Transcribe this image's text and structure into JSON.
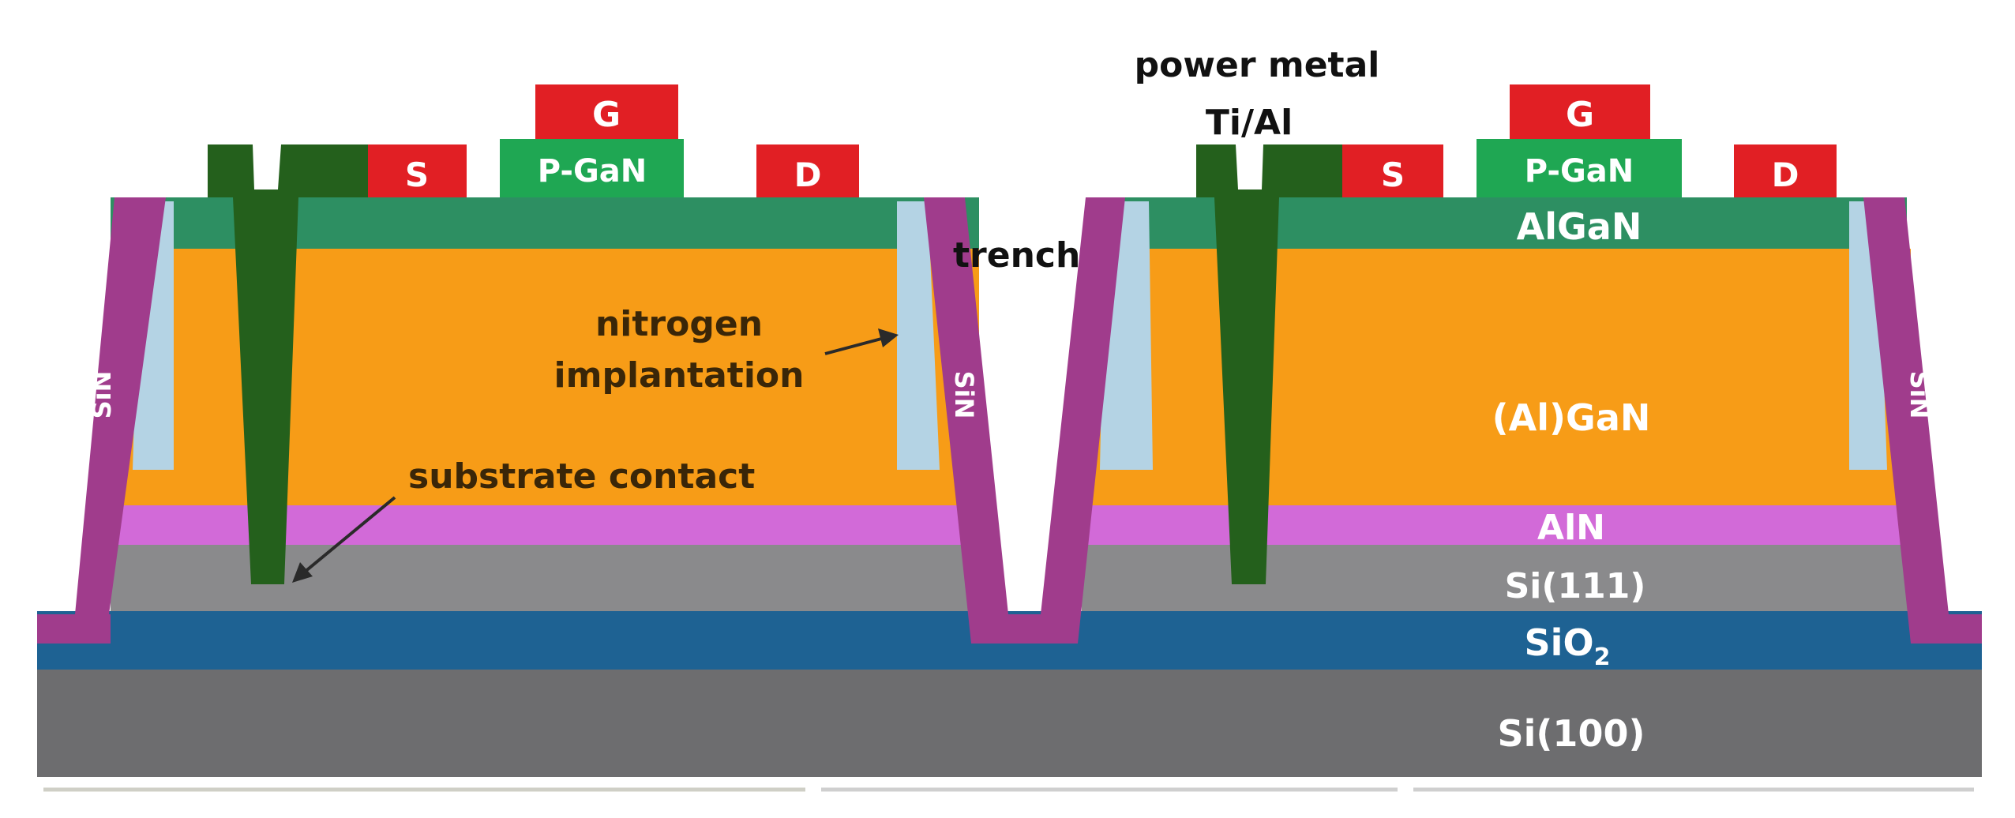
{
  "labels": {
    "gate": "G",
    "source": "S",
    "drain": "D",
    "p_gan": "P-GaN",
    "algan": "AlGaN",
    "al_gan": "(Al)GaN",
    "aln": "AlN",
    "si111": "Si(111)",
    "sio2_main": "SiO",
    "sio2_sub": "2",
    "si100": "Si(100)",
    "sin": "SiN",
    "power_metal": "power metal",
    "ti_al": "Ti/Al",
    "trench": "trench",
    "nitrogen": "nitrogen",
    "implantation": "implantation",
    "substrate_contact": "substrate contact"
  },
  "colors": {
    "si100": "#6d6d6f",
    "sio2": "#1e6293",
    "si111": "#8a8a8c",
    "aln": "#d26ad8",
    "gan": "#f79c17",
    "algan": "#2d8f62",
    "implant": "#b4d3e4",
    "sin": "#a03c8c",
    "contact": "#24601c",
    "electrode": "#e11f24",
    "p_gan": "#1fa753"
  }
}
